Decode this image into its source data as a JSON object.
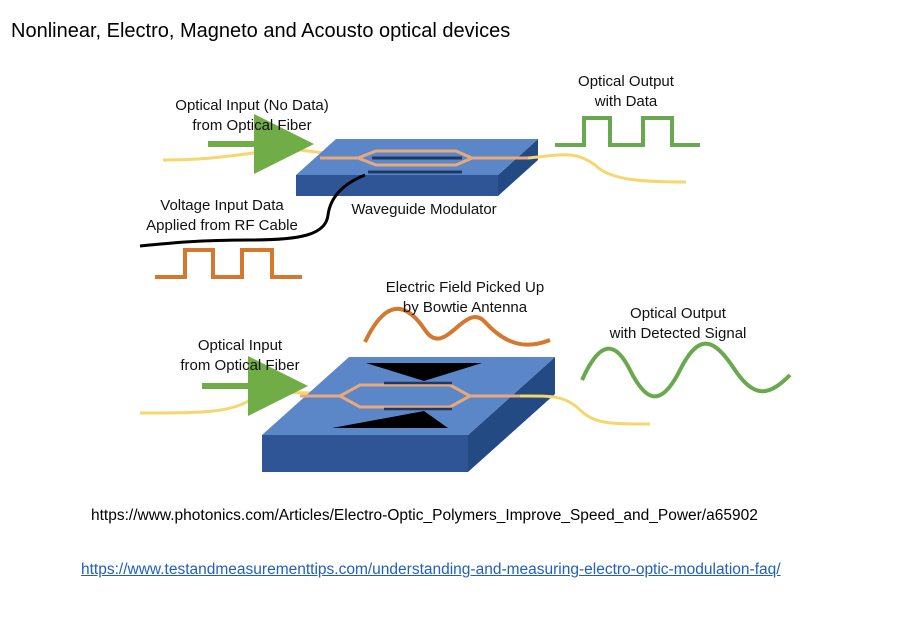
{
  "slide": {
    "title": "Nonlinear, Electro, Magneto and Acousto optical devices"
  },
  "diagram": {
    "top": {
      "input_line1": "Optical Input (No Data)",
      "input_line2": "from Optical Fiber",
      "output_line1": "Optical Output",
      "output_line2": "with Data",
      "voltage_line1": "Voltage Input Data",
      "voltage_line2": "Applied from RF Cable",
      "device_label": "Waveguide Modulator"
    },
    "bottom": {
      "field_line1": "Electric Field Picked Up",
      "field_line2": "by Bowtie Antenna",
      "input_line1": "Optical Input",
      "input_line2": "from Optical Fiber",
      "output_line1": "Optical Output",
      "output_line2": "with Detected Signal"
    },
    "colors": {
      "fiber": "#f5d76e",
      "arrow": "#70ad47",
      "rf_signal": "#d4782f",
      "optical_signal": "#6aa84f",
      "slab_top": "#5b87c9",
      "slab_side": "#2f5597",
      "waveguide": "#e8a87c"
    }
  },
  "references": {
    "plain": "https://www.photonics.com/Articles/Electro-Optic_Polymers_Improve_Speed_and_Power/a65902",
    "link": "https://www.testandmeasurementtips.com/understanding-and-measuring-electro-optic-modulation-faq/"
  }
}
